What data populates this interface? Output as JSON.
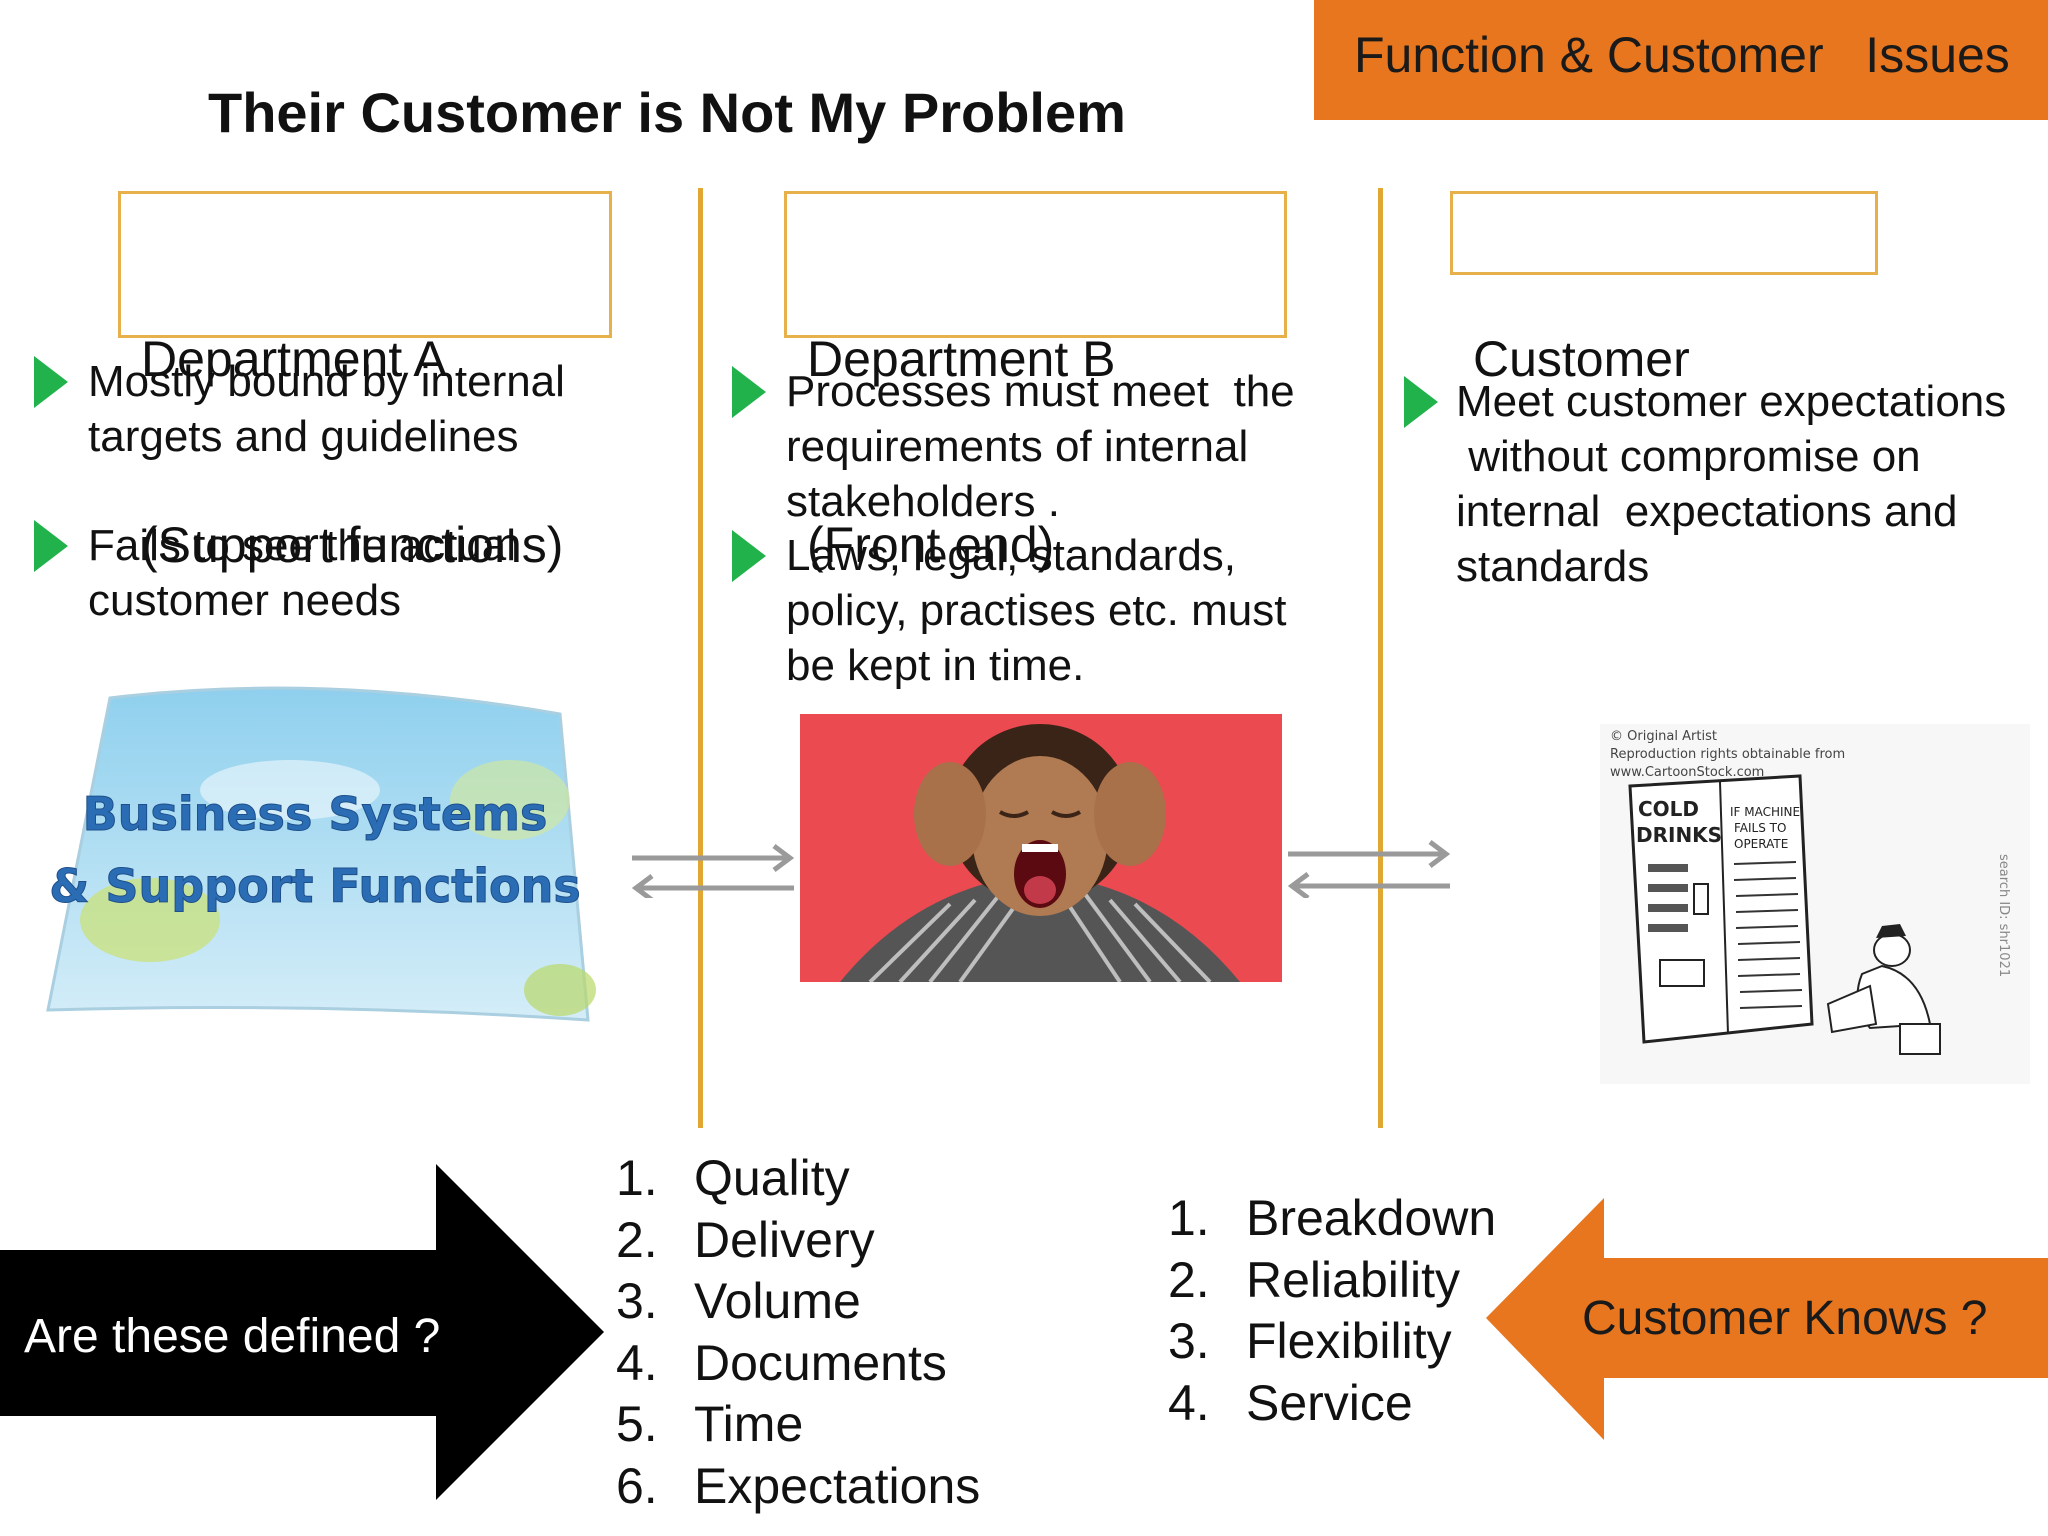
{
  "banner": {
    "text": "Function & Customer   Issues"
  },
  "title": "Their Customer is Not My Problem",
  "columns": {
    "dept_a": {
      "heading_line1": "Department A",
      "heading_line2": "(Support functions)",
      "bullets": [
        "Mostly bound by internal\ntargets and guidelines",
        "Fails to see the actual\ncustomer needs"
      ],
      "image_text_line1": "Business Systems",
      "image_text_line2": "& Support Functions"
    },
    "dept_b": {
      "heading_line1": "Department B",
      "heading_line2": "(Front end)",
      "bullets": [
        "Processes must meet  the\nrequirements of internal\nstakeholders .",
        "Laws, legal, standards,\npolicy, practises etc. must\nbe kept in time."
      ]
    },
    "customer": {
      "heading": "Customer",
      "bullets": [
        "Meet customer expectations\n without compromise on\ninternal  expectations and\nstandards"
      ],
      "cartoon_credit_1": "© Original Artist",
      "cartoon_credit_2": "Reproduction rights obtainable from",
      "cartoon_credit_3": "www.CartoonStock.com",
      "cartoon_sign_1": "COLD",
      "cartoon_sign_2": "DRINKS",
      "cartoon_panel_1": "IF MACHINE",
      "cartoon_panel_2": "FAILS TO",
      "cartoon_panel_3": "OPERATE",
      "cartoon_side": "search ID: shr1021"
    }
  },
  "list_left": {
    "items": [
      {
        "num": "1.",
        "label": "Quality"
      },
      {
        "num": "2.",
        "label": "Delivery"
      },
      {
        "num": "3.",
        "label": "Volume"
      },
      {
        "num": "4.",
        "label": "Documents"
      },
      {
        "num": "5.",
        "label": "Time"
      },
      {
        "num": "6.",
        "label": "Expectations"
      }
    ]
  },
  "list_right": {
    "items": [
      {
        "num": "1.",
        "label": "Breakdown"
      },
      {
        "num": "2.",
        "label": "Reliability"
      },
      {
        "num": "3.",
        "label": "Flexibility"
      },
      {
        "num": "4.",
        "label": "Service"
      }
    ]
  },
  "arrow_left": {
    "text": "Are these defined ?",
    "color": "#000000"
  },
  "arrow_right": {
    "text": "Customer Knows ?",
    "color": "#e8761f"
  },
  "colors": {
    "accent_orange": "#e8761f",
    "divider": "#e0a832",
    "bullet_green": "#22b24c",
    "flow_arrow_gray": "#9a9a9a"
  }
}
